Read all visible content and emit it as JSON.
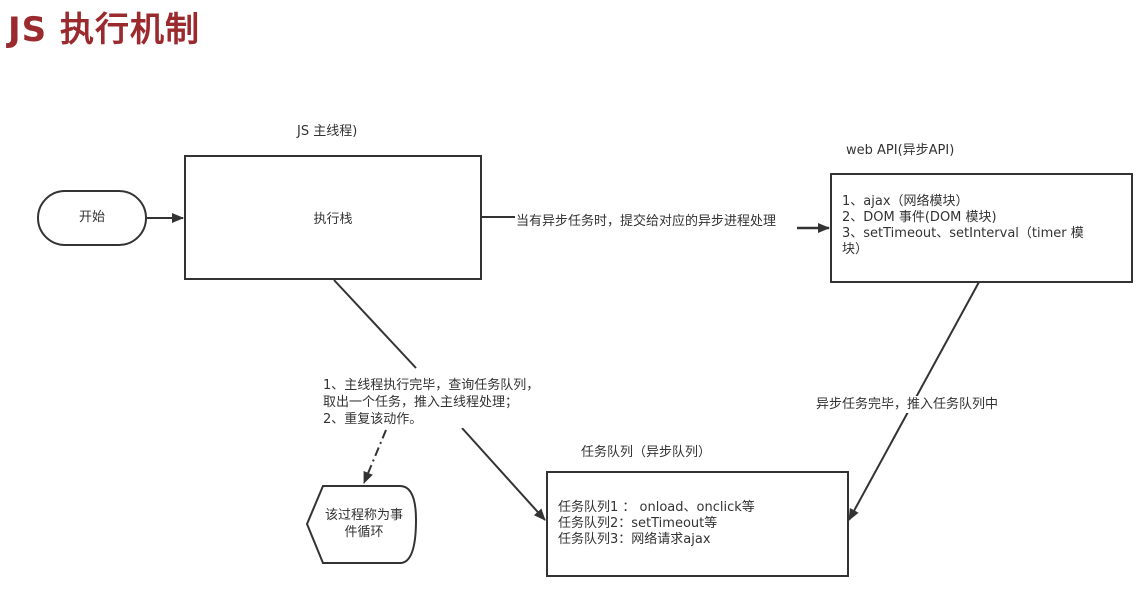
{
  "title": "JS 执行机制",
  "nodes": {
    "start": {
      "label": "开始"
    },
    "main_thread": {
      "caption": "JS 主线程)",
      "label": "执行栈"
    },
    "web_api": {
      "caption": "web API(异步API)",
      "lines": [
        "1、ajax（网络模块）",
        "2、DOM 事件(DOM 模块)",
        "3、setTimeout、setInterval（timer 模",
        "块）"
      ]
    },
    "task_queue": {
      "caption": "任务队列（异步队列）",
      "lines": [
        "任务队列1 ： onload、onclick等",
        "任务队列2：setTimeout等",
        "任务队列3：网络请求ajax"
      ]
    },
    "event_loop": {
      "label_lines": [
        "该过程称为事",
        "件循环"
      ]
    }
  },
  "edges": {
    "to_web_api": "当有异步任务时，提交给对应的异步进程处理",
    "to_task_queue": "异步任务完毕，推入任务队列中",
    "loop_note": [
      "1、主线程执行完毕，查询任务队列，",
      "取出一个任务，推入主线程处理；",
      "2、重复该动作。"
    ]
  },
  "colors": {
    "title": "#9b2a2e",
    "stroke": "#333333"
  }
}
